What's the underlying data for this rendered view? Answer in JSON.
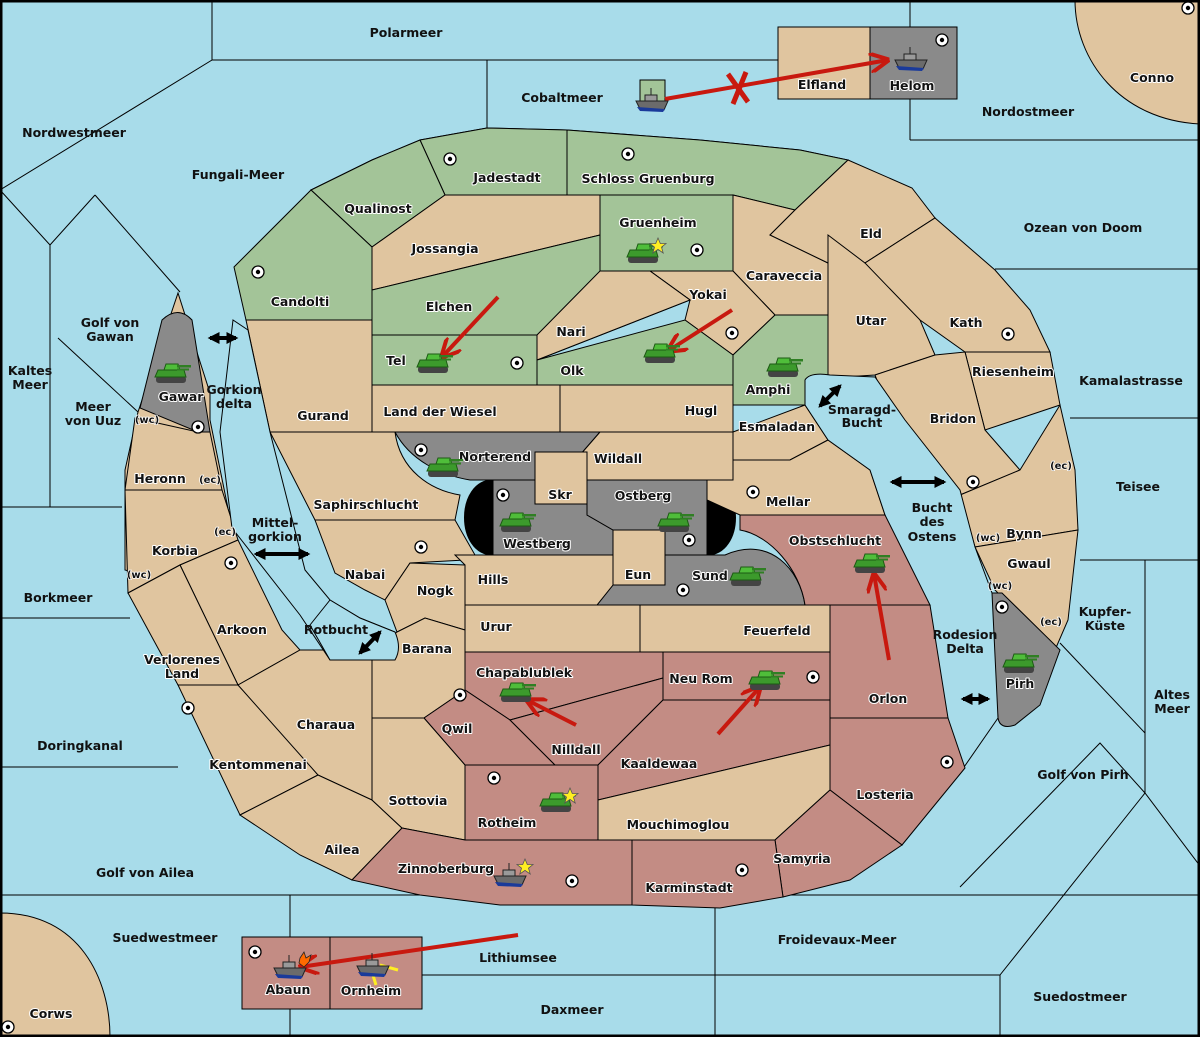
{
  "title": "Diplomacy-style map",
  "colors": {
    "sea": "#a8dcea",
    "neutral": "#e0c59f",
    "player_green": "#a3c498",
    "player_red": "#c38c84",
    "impassable_grey": "#8a8a8a",
    "order_arrow": "#c8190f",
    "support_highlight": "#ffee22"
  },
  "seas": [
    "Polarmeer",
    "Cobaltmeer",
    "Nordwestmeer",
    "Fungali-Meer",
    "Nordostmeer",
    "Ozean von Doom",
    "Golf von Gawan",
    "Kaltes Meer",
    "Meer von Uuz",
    "Gorkion delta",
    "Mittel-gorkion",
    "Rotbucht",
    "Borkmeer",
    "Doringkanal",
    "Golf von Ailea",
    "Suedwestmeer",
    "Lithiumsee",
    "Daxmeer",
    "Froidevaux-Meer",
    "Suedostmeer",
    "Golf von Pirh",
    "Altes Meer",
    "Kupfer-Küste",
    "Teisee",
    "Kamalastrasse",
    "Smaragd-Bucht",
    "Bucht des Ostens",
    "Rodesion Delta"
  ],
  "labels": {
    "polarmeer": "Polarmeer",
    "cobaltmeer": "Cobaltmeer",
    "nordwestmeer": "Nordwestmeer",
    "fungali": "Fungali-Meer",
    "nordostmeer": "Nordostmeer",
    "ozean": "Ozean von Doom",
    "golf_gawan_1": "Golf von",
    "golf_gawan_2": "Gawan",
    "kaltes_1": "Kaltes",
    "kaltes_2": "Meer",
    "uuz_1": "Meer",
    "uuz_2": "von Uuz",
    "gorkion_1": "Gorkion",
    "gorkion_2": "delta",
    "mittel_1": "Mittel-",
    "mittel_2": "gorkion",
    "rotbucht": "Rotbucht",
    "borkmeer": "Borkmeer",
    "doringkanal": "Doringkanal",
    "golf_ailea": "Golf von Ailea",
    "suedwestmeer": "Suedwestmeer",
    "lithiumsee": "Lithiumsee",
    "daxmeer": "Daxmeer",
    "froidevaux": "Froidevaux-Meer",
    "suedostmeer": "Suedostmeer",
    "golf_pirh": "Golf von Pirh",
    "altes_1": "Altes",
    "altes_2": "Meer",
    "kupfer_1": "Kupfer-",
    "kupfer_2": "Küste",
    "teisee": "Teisee",
    "kamala": "Kamalastrasse",
    "smaragd_1": "Smaragd-",
    "smaragd_2": "Bucht",
    "bucht_1": "Bucht",
    "bucht_2": "des",
    "bucht_3": "Ostens",
    "rodesion_1": "Rodesion",
    "rodesion_2": "Delta",
    "elfland": "Elfland",
    "helom": "Helom",
    "conno": "Conno",
    "corws": "Corws",
    "abaun": "Abaun",
    "ornheim": "Ornheim",
    "jadestadt": "Jadestadt",
    "schloss": "Schloss Gruenburg",
    "qualinost": "Qualinost",
    "candolti": "Candolti",
    "jossangia": "Jossangia",
    "gruenheim": "Gruenheim",
    "eld": "Eld",
    "caraveccia": "Caraveccia",
    "yokai": "Yokai",
    "elchen": "Elchen",
    "nari": "Nari",
    "tel": "Tel",
    "olk": "Olk",
    "amphi": "Amphi",
    "utar": "Utar",
    "kath": "Kath",
    "riesenheim": "Riesenheim",
    "bridon": "Bridon",
    "gurand": "Gurand",
    "wiesel": "Land der Wiesel",
    "hugl": "Hugl",
    "esmaladan": "Esmaladan",
    "gawar": "Gawar",
    "heronn": "Heronn",
    "norterend": "Norterend",
    "wildall": "Wildall",
    "skr": "Skr",
    "ostberg": "Ostberg",
    "westberg": "Westberg",
    "mellar": "Mellar",
    "saphir": "Saphirschlucht",
    "obst": "Obstschlucht",
    "bynn": "Bynn",
    "gwaul": "Gwaul",
    "korbia": "Korbia",
    "nabai": "Nabai",
    "hills": "Hills",
    "eun": "Eun",
    "sund": "Sund",
    "nogk": "Nogk",
    "arkoon": "Arkoon",
    "urur": "Urur",
    "feuerfeld": "Feuerfeld",
    "barana": "Barana",
    "pirh": "Pirh",
    "verl_1": "Verlorenes",
    "verl_2": "Land",
    "chapa": "Chapablublek",
    "neurom": "Neu Rom",
    "orlon": "Orlon",
    "qwil": "Qwil",
    "charaua": "Charaua",
    "nilldall": "Nilldall",
    "kaaldewaa": "Kaaldewaa",
    "kentom": "Kentommenai",
    "losteria": "Losteria",
    "sottovia": "Sottovia",
    "rotheim": "Rotheim",
    "mouchi": "Mouchimoglou",
    "ailea": "Ailea",
    "samyria": "Samyria",
    "zinnober": "Zinnoberburg",
    "karmin": "Karminstadt"
  },
  "coasts": {
    "wc": "(wc)",
    "ec": "(ec)"
  },
  "units": [
    {
      "type": "fleet",
      "province": "Cobaltmeer",
      "owner": "green"
    },
    {
      "type": "fleet",
      "province": "Helom",
      "owner": "neutral-grey"
    },
    {
      "type": "army",
      "province": "Gruenheim",
      "owner": "green",
      "star": true
    },
    {
      "type": "army",
      "province": "Tel",
      "owner": "green"
    },
    {
      "type": "army",
      "province": "Olk",
      "owner": "green"
    },
    {
      "type": "army",
      "province": "Amphi",
      "owner": "green"
    },
    {
      "type": "army",
      "province": "Gawar",
      "owner": "green"
    },
    {
      "type": "army",
      "province": "Norterend",
      "owner": "green"
    },
    {
      "type": "army",
      "province": "Westberg",
      "owner": "green"
    },
    {
      "type": "army",
      "province": "Ostberg",
      "owner": "green"
    },
    {
      "type": "army",
      "province": "Sund",
      "owner": "green"
    },
    {
      "type": "army",
      "province": "Obstschlucht",
      "owner": "green"
    },
    {
      "type": "army",
      "province": "Pirh",
      "owner": "green"
    },
    {
      "type": "army",
      "province": "Chapablublek",
      "owner": "green"
    },
    {
      "type": "army",
      "province": "Neu Rom",
      "owner": "green"
    },
    {
      "type": "army",
      "province": "Rotheim",
      "owner": "green",
      "star": true
    },
    {
      "type": "fleet",
      "province": "Zinnoberburg",
      "owner": "red",
      "star": true
    },
    {
      "type": "fleet",
      "province": "Abaun",
      "owner": "red",
      "dislodged": true
    },
    {
      "type": "fleet",
      "province": "Ornheim",
      "owner": "red"
    }
  ],
  "orders": [
    {
      "from": "Cobaltmeer",
      "to": "Helom",
      "result": "failed"
    },
    {
      "from": "Elchen",
      "to": "Tel"
    },
    {
      "from": "Yokai",
      "to": "Olk"
    },
    {
      "from": "Orlon",
      "to": "Obstschlucht"
    },
    {
      "from": "Nilldall",
      "to": "Chapablublek"
    },
    {
      "from": "Kaaldewaa",
      "to": "Neu Rom"
    },
    {
      "from": "Lithiumsee",
      "to": "Abaun"
    }
  ]
}
